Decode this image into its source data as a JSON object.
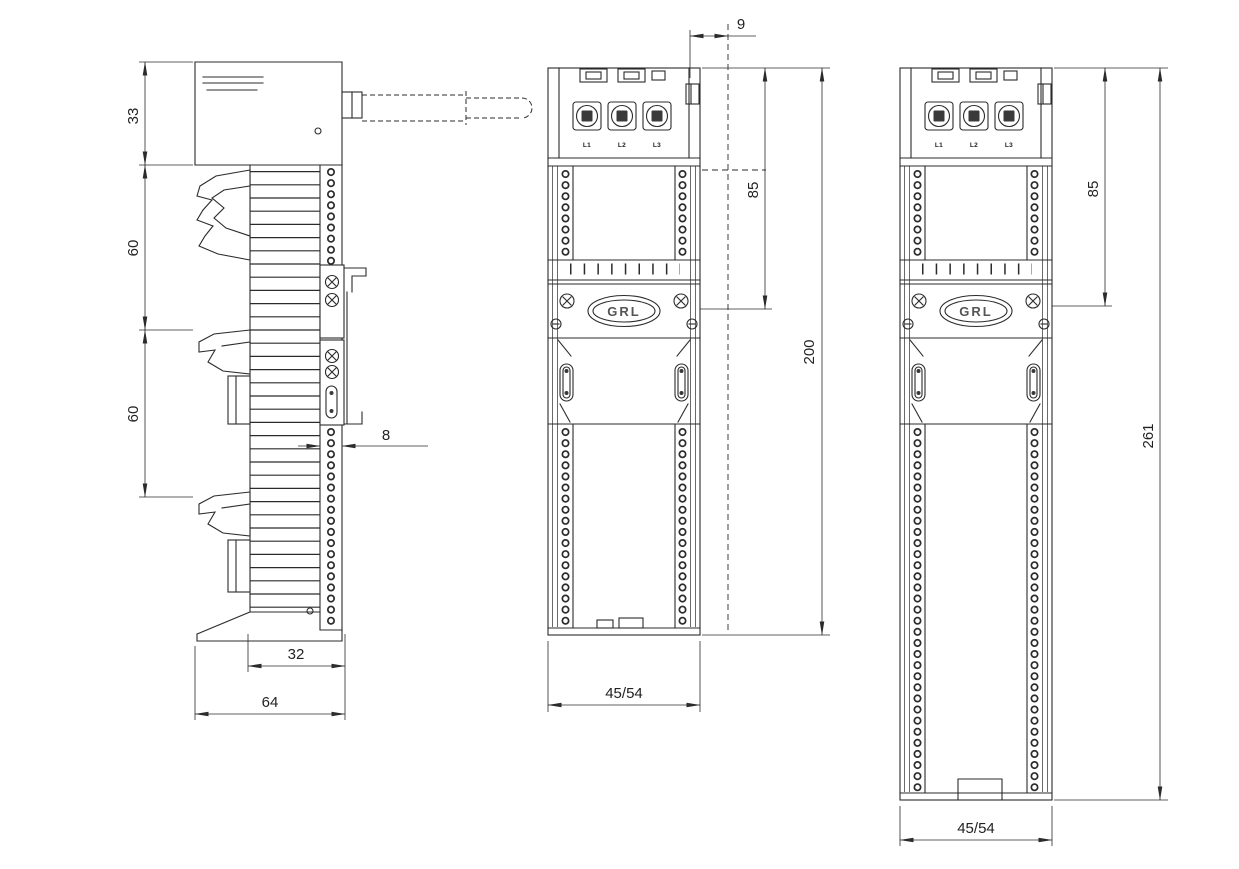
{
  "drawing": {
    "brand": "GRL",
    "terminals": [
      "L1",
      "L2",
      "L3"
    ],
    "views": {
      "side": {
        "dims": {
          "top_height": "33",
          "upper_segment": "60",
          "lower_segment": "60",
          "strip_width": "8",
          "body_width": "32",
          "total_width": "64"
        }
      },
      "front_200": {
        "dims": {
          "top_offset": "9",
          "upper_height": "85",
          "total_height": "200",
          "width": "45/54"
        }
      },
      "front_261": {
        "dims": {
          "upper_height": "85",
          "total_height": "261",
          "width": "45/54"
        }
      }
    },
    "colors": {
      "line": "#2b2b2b",
      "background": "#ffffff"
    }
  }
}
